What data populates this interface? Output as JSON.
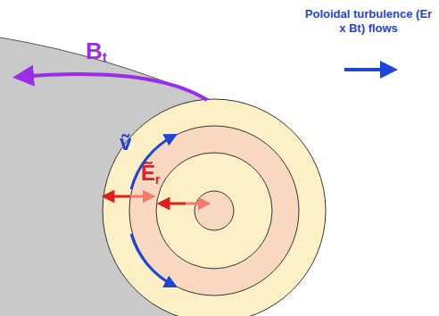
{
  "diagram": {
    "labels": [
      "Bt",
      "ṽ",
      "Ẽr",
      "Poloidal turbulence (Er x Bt) flows"
    ]
  }
}
